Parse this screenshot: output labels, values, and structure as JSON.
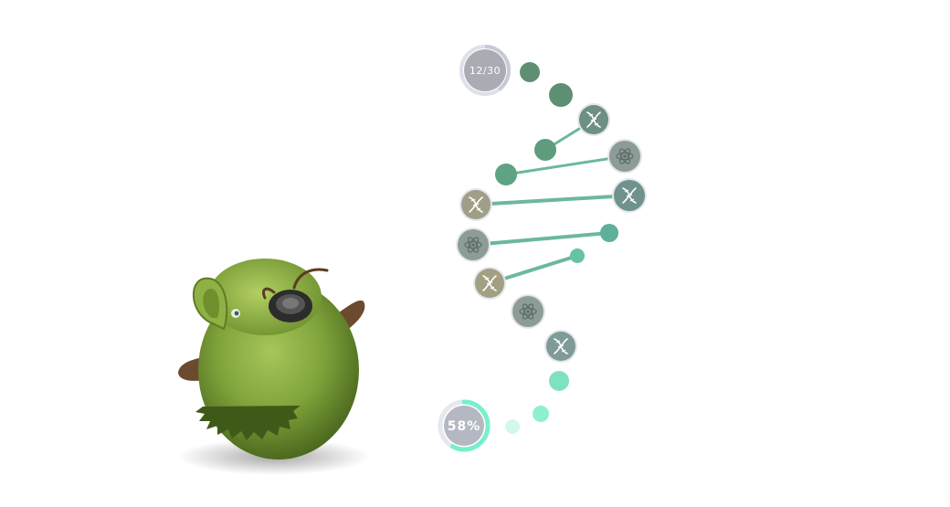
{
  "level_counter": {
    "label": "12/30",
    "current": 12,
    "total": 30
  },
  "progress": {
    "label": "58%",
    "value": 58
  },
  "creature": {
    "name": "green-fuzzy-creature"
  },
  "nodes": [
    {
      "kind": "dot",
      "color": "#5e8f72"
    },
    {
      "kind": "dot",
      "color": "#5e8f72"
    },
    {
      "kind": "icon",
      "icon": "dna-icon",
      "color": "#6d8f84"
    },
    {
      "kind": "dot",
      "color": "#5e9c7e"
    },
    {
      "kind": "dot",
      "color": "#5ea382"
    },
    {
      "kind": "icon",
      "icon": "atom-icon",
      "color": "#8e9c98"
    },
    {
      "kind": "icon",
      "icon": "dna-icon",
      "color": "#a09e86"
    },
    {
      "kind": "icon",
      "icon": "dna-icon",
      "color": "#6f928d"
    },
    {
      "kind": "dot",
      "color": "#5fb09a"
    },
    {
      "kind": "icon",
      "icon": "atom-icon",
      "color": "#8e9c98"
    },
    {
      "kind": "dot",
      "color": "#66c3a2"
    },
    {
      "kind": "icon",
      "icon": "dna-icon",
      "color": "#a29f83"
    },
    {
      "kind": "icon",
      "icon": "atom-icon",
      "color": "#8e9c98"
    },
    {
      "kind": "icon",
      "icon": "dna-icon",
      "color": "#7f9b97"
    },
    {
      "kind": "dot",
      "color": "#7fe2bf"
    },
    {
      "kind": "dot",
      "color": "#8ff0ce"
    },
    {
      "kind": "dot",
      "color": "#d2f8ea"
    }
  ],
  "colors": {
    "counter_fill": "#a9acb3",
    "counter_ring": "#dde0e8",
    "counter_ring_progress": "#c6cad6",
    "progress_fill": "#b4b8c2",
    "progress_ring": "#e6e8ee",
    "progress_ring_fill": "#76f0cb",
    "rung": "#6bb89d",
    "creature_body": "#7fa33b"
  }
}
